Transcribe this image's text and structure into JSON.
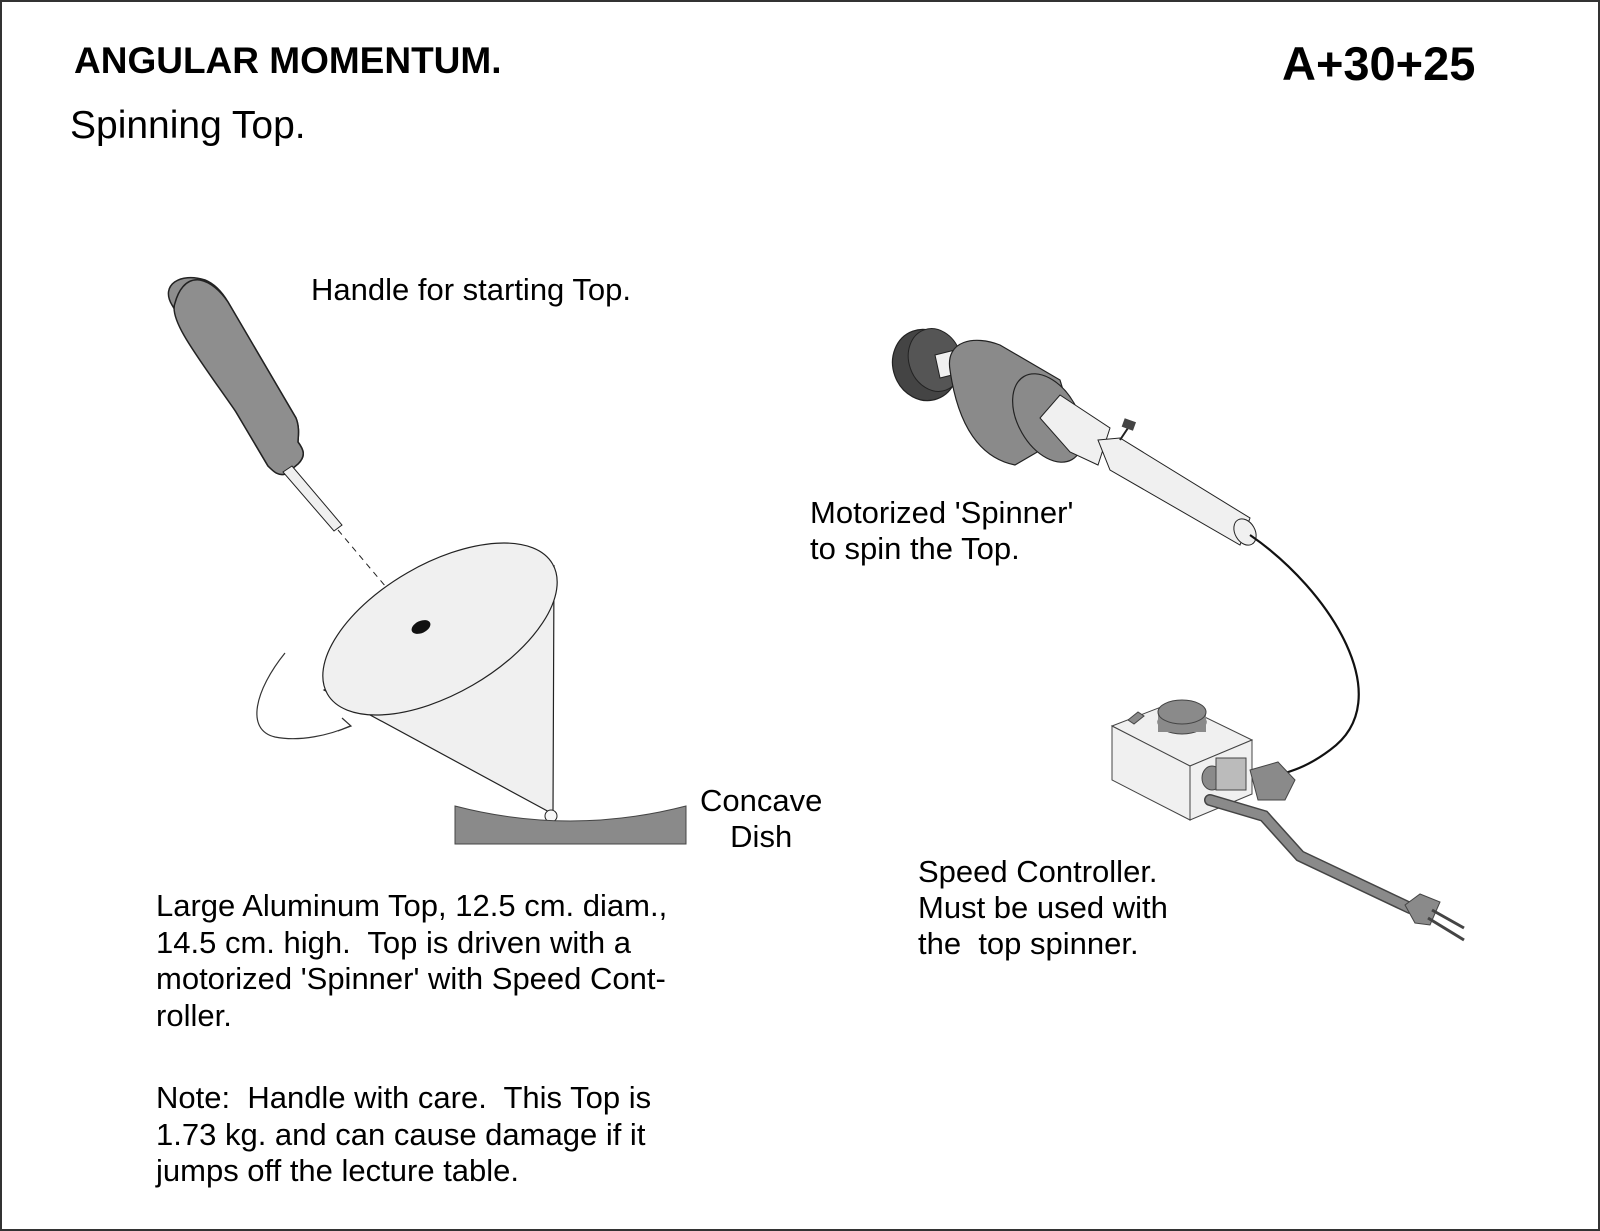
{
  "header": {
    "title": "ANGULAR MOMENTUM.",
    "subtitle": "Spinning Top.",
    "catalog_code": "A+30+25"
  },
  "labels": {
    "handle": "Handle for starting Top.",
    "spinner": "Motorized 'Spinner'\nto spin the Top.",
    "dish": "Concave\nDish",
    "controller": "Speed Controller.\nMust be used with\nthe  top spinner."
  },
  "description": "Large Aluminum Top, 12.5 cm. diam.,\n14.5 cm. high.  Top is driven with a\nmotorized 'Spinner' with Speed Cont-\nroller.",
  "note": "Note:  Handle with care.  This Top is\n1.73 kg. and can cause damage if it\njumps off the lecture table.",
  "specs": {
    "diameter": "12.5 cm.",
    "height": "14.5 cm.",
    "mass": "1.73 kg."
  },
  "colors": {
    "handle_gray": "#8e8e8e",
    "light_fill": "#f0f0f0",
    "dark_gray": "#444444",
    "mid_gray": "#8a8a8a",
    "outline": "#222222"
  }
}
